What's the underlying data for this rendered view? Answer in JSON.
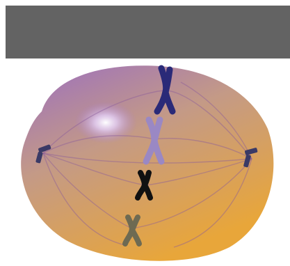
{
  "figure": {
    "subject": "cell-in-metaphase",
    "colors": {
      "banner": "#636363",
      "cell_purple": "#9b6fc0",
      "cell_orange": "#e8a63a",
      "highlight": "#ffffff",
      "spindle_fiber": "#8a5a9c",
      "chromosome_dark_blue": "#2a2a78",
      "chromosome_light_purple": "#9a88c4",
      "chromosome_black": "#111111",
      "chromosome_olive": "#6e6a52",
      "centrosome": "#3a3a66"
    },
    "chromosome_count": 4,
    "centrosome_count": 2
  }
}
